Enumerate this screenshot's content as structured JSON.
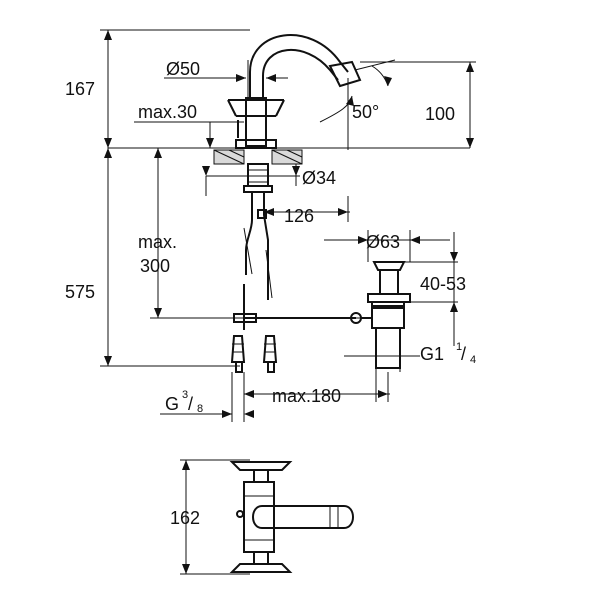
{
  "labels": {
    "h_total": "167",
    "d_base": "Ø50",
    "max_thick": "max.30",
    "h_spout": "100",
    "angle": "50°",
    "d_hole": "Ø34",
    "reach": "126",
    "d_pop": "Ø63",
    "max_hose_a": "max.",
    "max_hose_b": "300",
    "h_below": "575",
    "pop_range": "40-53",
    "g_waste_main": "G1",
    "g_waste_num": "1",
    "g_waste_den": "4",
    "g_conn_main": "G",
    "g_conn_num": "3",
    "g_conn_den": "8",
    "max_dist": "max.180",
    "depth": "162"
  }
}
